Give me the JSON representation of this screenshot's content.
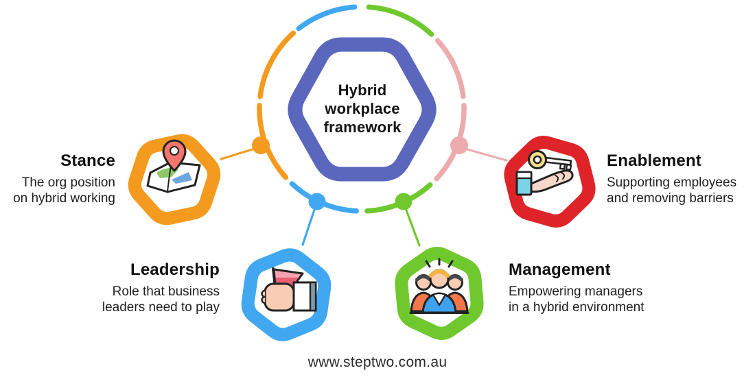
{
  "center": {
    "title_lines": [
      "Hybrid",
      "workplace",
      "framework"
    ]
  },
  "quadrants": [
    {
      "id": "stance",
      "title": "Stance",
      "desc": [
        "The org position",
        "on hybrid working"
      ],
      "color": "#F49B1F",
      "icon": "map-location-icon"
    },
    {
      "id": "leadership",
      "title": "Leadership",
      "desc": [
        "Role that business",
        "leaders need to play"
      ],
      "color": "#41A7F0",
      "icon": "flag-in-hand-icon"
    },
    {
      "id": "management",
      "title": "Management",
      "desc": [
        "Empowering managers",
        "in a hybrid environment"
      ],
      "color": "#6FC82D",
      "icon": "team-icon"
    },
    {
      "id": "enablement",
      "title": "Enablement",
      "desc": [
        "Supporting employees",
        "and removing barriers"
      ],
      "color": "#DF2429",
      "icon": "key-in-hand-icon"
    }
  ],
  "colors": {
    "center_hex": "#5A67BD",
    "pink_accent": "#ECACAE",
    "ink": "#1F1F1F"
  },
  "footer": {
    "url": "www.steptwo.com.au"
  }
}
